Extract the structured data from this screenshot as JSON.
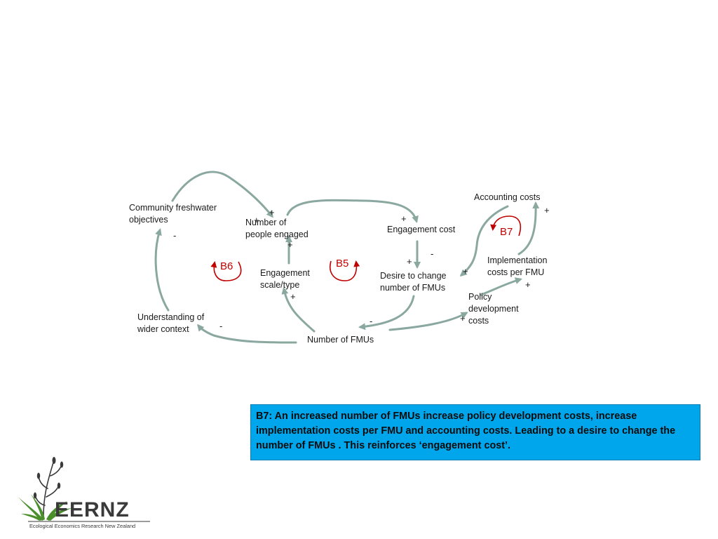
{
  "diagram": {
    "nodes": {
      "community_objectives": "Community freshwater\nobjectives",
      "number_people_engaged": "Number of\npeople engaged",
      "engagement_cost": "Engagement cost",
      "accounting_costs": "Accounting costs",
      "engagement_scale": "Engagement\nscale/type",
      "desire_to_change": "Desire to change\nnumber of FMUs",
      "implementation_costs": "Implementation\ncosts per FMU",
      "policy_costs": "Policy\ndevelopment\ncosts",
      "understanding_context": "Understanding of\nwider context",
      "number_of_fmus": "Number of FMUs"
    },
    "loops": {
      "b5": "B5",
      "b6": "B6",
      "b7": "B7"
    },
    "signs": {
      "plus": "+",
      "minus": "-"
    },
    "colors": {
      "arrow": "#8aa8a0",
      "loop": "#c00000",
      "box": "#00a6ec"
    }
  },
  "info_box": {
    "text": "B7: An increased number of FMUs increase policy development costs, increase implementation costs per FMU and accounting costs. Leading to a desire to change the number of FMUs . This reinforces  ‘engagement cost’."
  },
  "logo": {
    "name": "EERNZ",
    "tagline": "Ecological Economics Research New Zealand"
  }
}
